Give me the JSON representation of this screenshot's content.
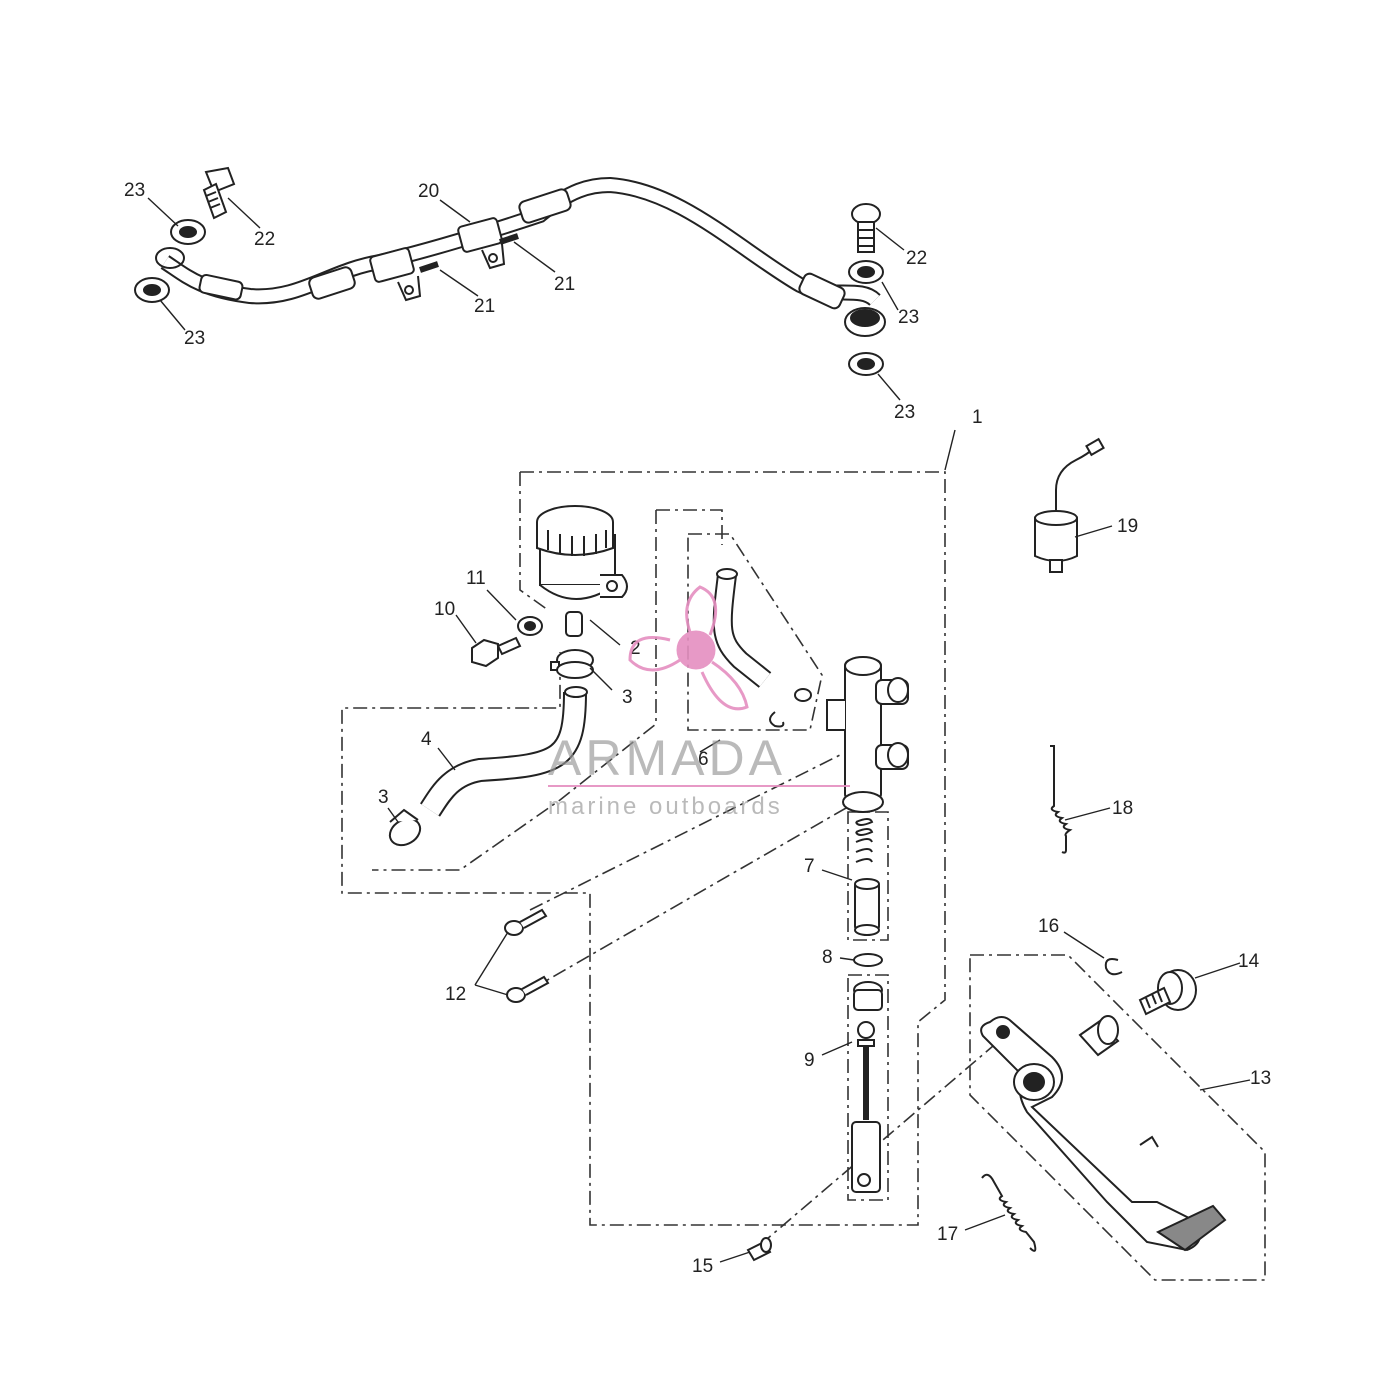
{
  "diagram": {
    "callouts": {
      "c1": "1",
      "c2": "2",
      "c3a": "3",
      "c3b": "3",
      "c4": "4",
      "c6": "6",
      "c7": "7",
      "c8": "8",
      "c9": "9",
      "c10": "10",
      "c11": "11",
      "c12": "12",
      "c13": "13",
      "c14": "14",
      "c15": "15",
      "c16": "16",
      "c17": "17",
      "c18": "18",
      "c19": "19",
      "c20": "20",
      "c21a": "21",
      "c21b": "21",
      "c22a": "22",
      "c22b": "22",
      "c23a": "23",
      "c23b": "23",
      "c23c": "23",
      "c23d": "23"
    }
  },
  "watermark": {
    "brand": "ARMADA",
    "tagline": "marine outboards",
    "color": "#e58fc0"
  }
}
